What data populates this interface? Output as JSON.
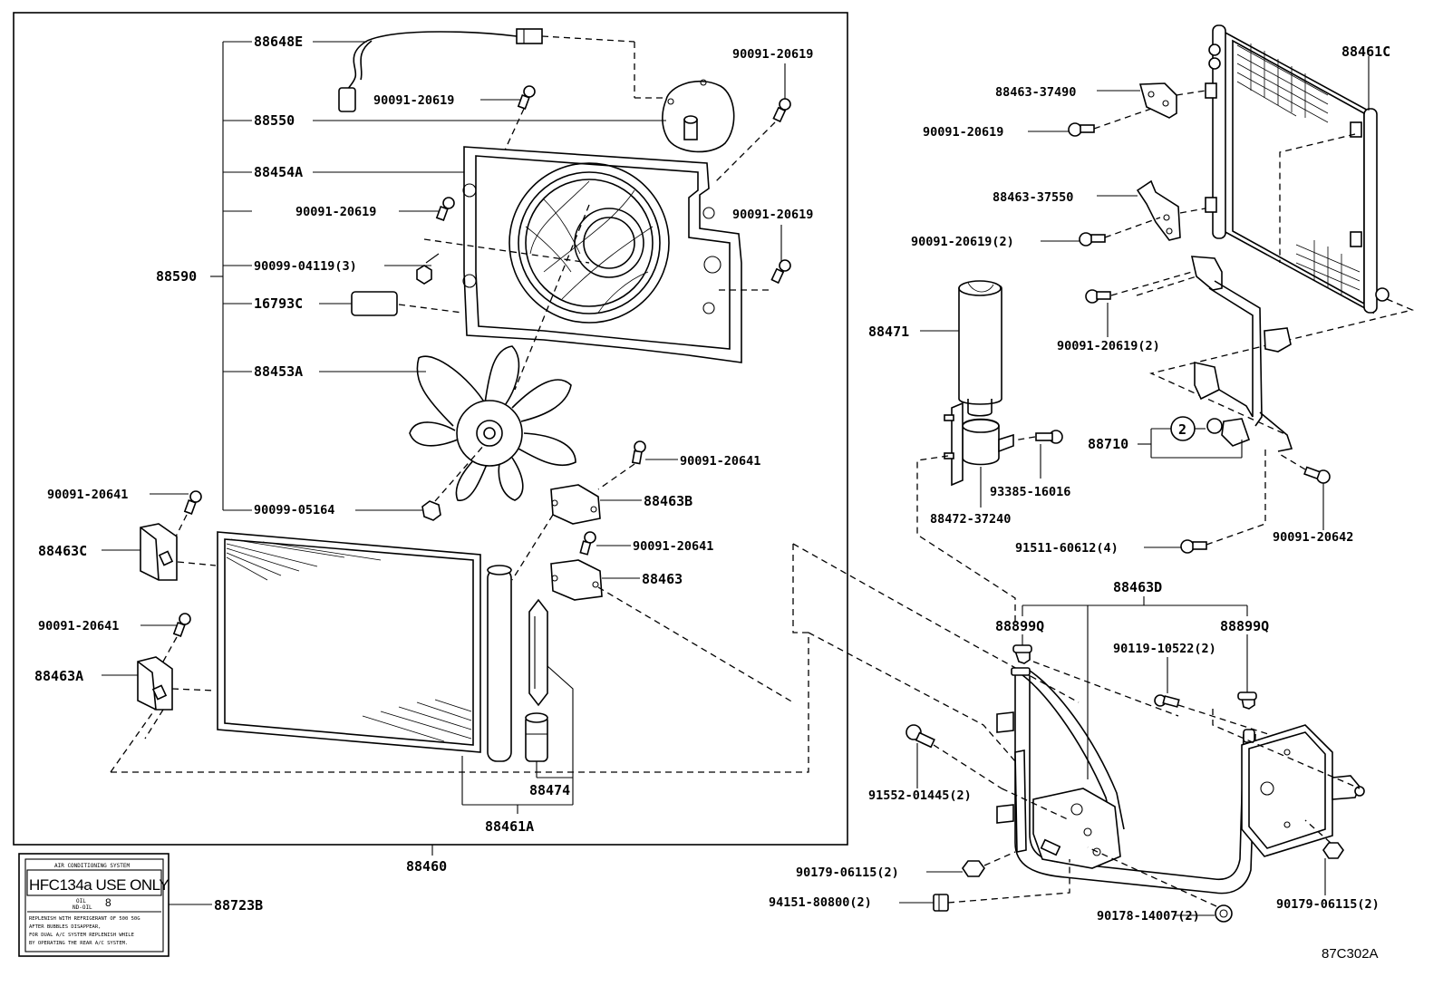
{
  "labels": {
    "p88648E": "88648E",
    "p88550": "88550",
    "p88454A": "88454A",
    "p88590": "88590",
    "p90099_04119": "90099-04119(3)",
    "p16793C": "16793C",
    "p88453A": "88453A",
    "p90099_05164": "90099-05164",
    "p90091_20619_a": "90091-20619",
    "p90091_20619_b": "90091-20619",
    "p90091_20619_c": "90091-20619",
    "p90091_20619_d": "90091-20619",
    "p90091_20641_a": "90091-20641",
    "p90091_20641_b": "90091-20641",
    "p90091_20641_c": "90091-20641",
    "p90091_20641_d": "90091-20641",
    "p88463C": "88463C",
    "p88463A": "88463A",
    "p88463B": "88463B",
    "p88463": "88463",
    "p88474": "88474",
    "p88461A": "88461A",
    "p88460": "88460",
    "p88723B": "88723B",
    "p88461C": "88461C",
    "p88463_37490": "88463-37490",
    "p90091_20619_e": "90091-20619",
    "p88463_37550": "88463-37550",
    "p90091_20619_2a": "90091-20619(2)",
    "p90091_20619_2b": "90091-20619(2)",
    "p88471": "88471",
    "p88710": "88710",
    "p93385_16016": "93385-16016",
    "p88472_37240": "88472-37240",
    "p90091_20642": "90091-20642",
    "p91511_60612": "91511-60612(4)",
    "p88463D": "88463D",
    "p88899Q_a": "88899Q",
    "p88899Q_b": "88899Q",
    "p90119_10522": "90119-10522(2)",
    "p91552_01445": "91552-01445(2)",
    "p90179_06115_a": "90179-06115(2)",
    "p90179_06115_b": "90179-06115(2)",
    "p94151_80800": "94151-80800(2)",
    "p90178_14007": "90178-14007(2)",
    "callout_qty": "2",
    "figure_code": "87C302A"
  },
  "caution_label": {
    "header": "AIR CONDITIONING SYSTEM",
    "main": "HFC134a USE ONLY",
    "oil_caption": "OIL\nND-OIL",
    "oil_value": "8",
    "note_lines": [
      "REPLENISH WITH REFRIGERANT OF 500 50G",
      "AFTER BUBBLES DISAPPEAR,",
      "FOR DUAL A/C SYSTEM REPLENISH WHILE",
      "BY OPERATING THE REAR A/C SYSTEM."
    ]
  }
}
